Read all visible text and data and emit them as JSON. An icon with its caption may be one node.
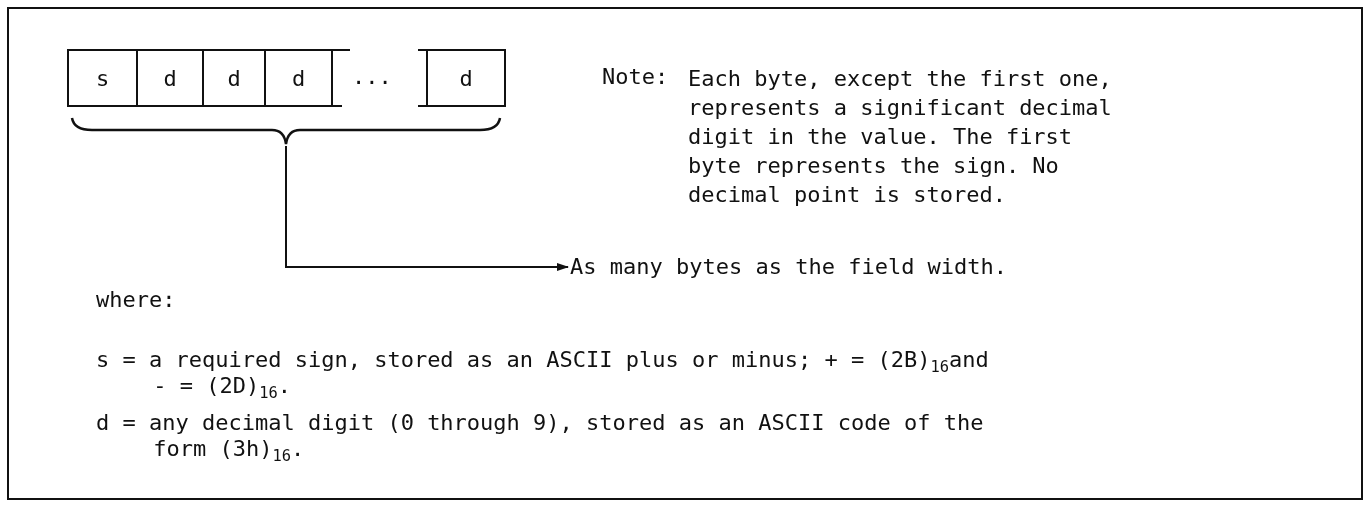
{
  "diagram": {
    "nodes": [
      {
        "text": [
          "s"
        ]
      },
      {
        "text": [
          "d"
        ]
      },
      {
        "text": [
          "d"
        ]
      },
      {
        "text": [
          "d"
        ]
      },
      {
        "text": [
          "d"
        ]
      },
      {
        "text": [],
        "shape": "brace"
      },
      {
        "text": [
          "As many bytes as the field width."
        ]
      }
    ],
    "edges": [
      {
        "from": 5,
        "to": 6,
        "arrow": "to"
      }
    ],
    "labels": [
      "...",
      "Note:",
      "Each byte, except the first one, represents a significant decimal digit in the value. The first byte represents the sign. No decimal point is stored.",
      "where:",
      "s = a required sign, stored as an ASCII plus or minus; + = (2B)$_{16}$and - = (2D)$_{16}$.",
      "d = any decimal digit (0 through 9), stored as an ASCII code of the form (3h)$_{16}$."
    ]
  }
}
